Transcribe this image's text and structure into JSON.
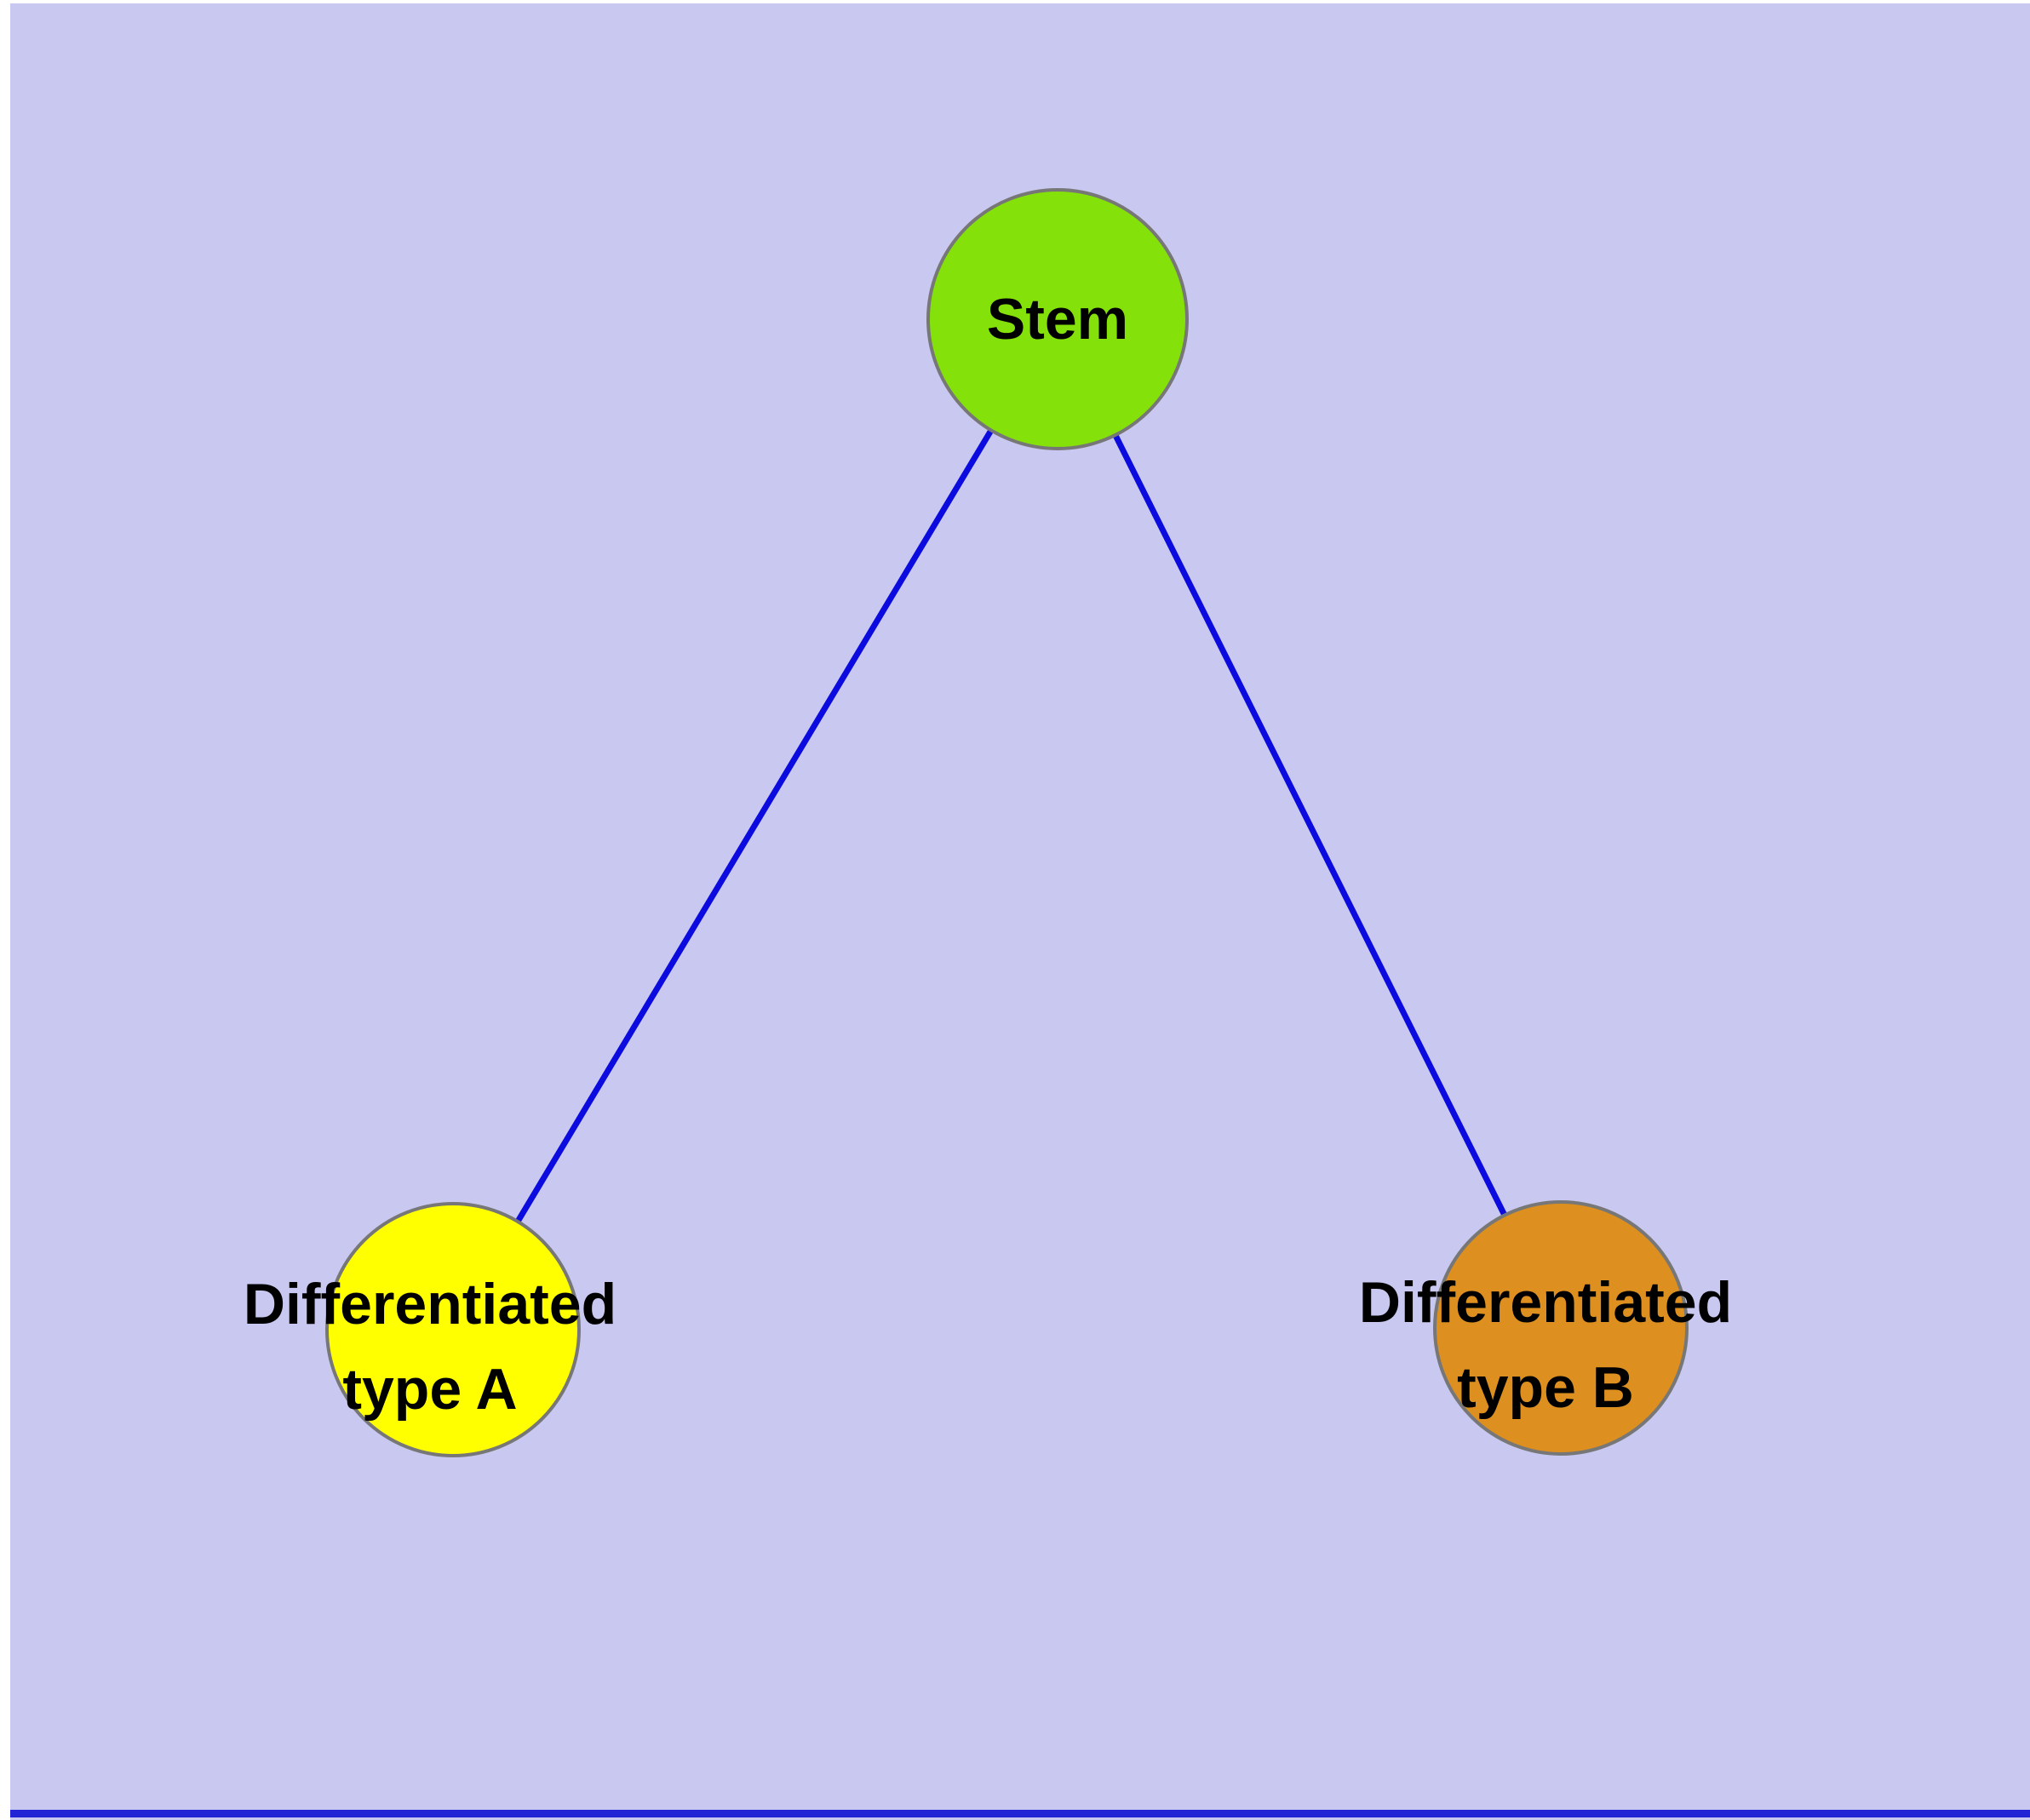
{
  "diagram": {
    "background_color": "#c9c8f0",
    "page_color": "#ffffff",
    "frame_color": "#2323d6",
    "label_color": "#000000",
    "nodes": [
      {
        "id": "stem",
        "label_lines": [
          "Stem"
        ],
        "fill": "#84e10a",
        "stroke": "#777777"
      },
      {
        "id": "differentiated-type-a",
        "label_lines": [
          "Differentiated",
          "type A"
        ],
        "fill": "#ffff00",
        "stroke": "#777777"
      },
      {
        "id": "differentiated-type-b",
        "label_lines": [
          "Differentiated",
          "type B"
        ],
        "fill": "#dd8f1f",
        "stroke": "#777777"
      }
    ],
    "edges": [
      {
        "from": "stem",
        "to": "differentiated-type-a",
        "color": "#0b0bdf"
      },
      {
        "from": "stem",
        "to": "differentiated-type-b",
        "color": "#0b0bdf"
      }
    ]
  }
}
